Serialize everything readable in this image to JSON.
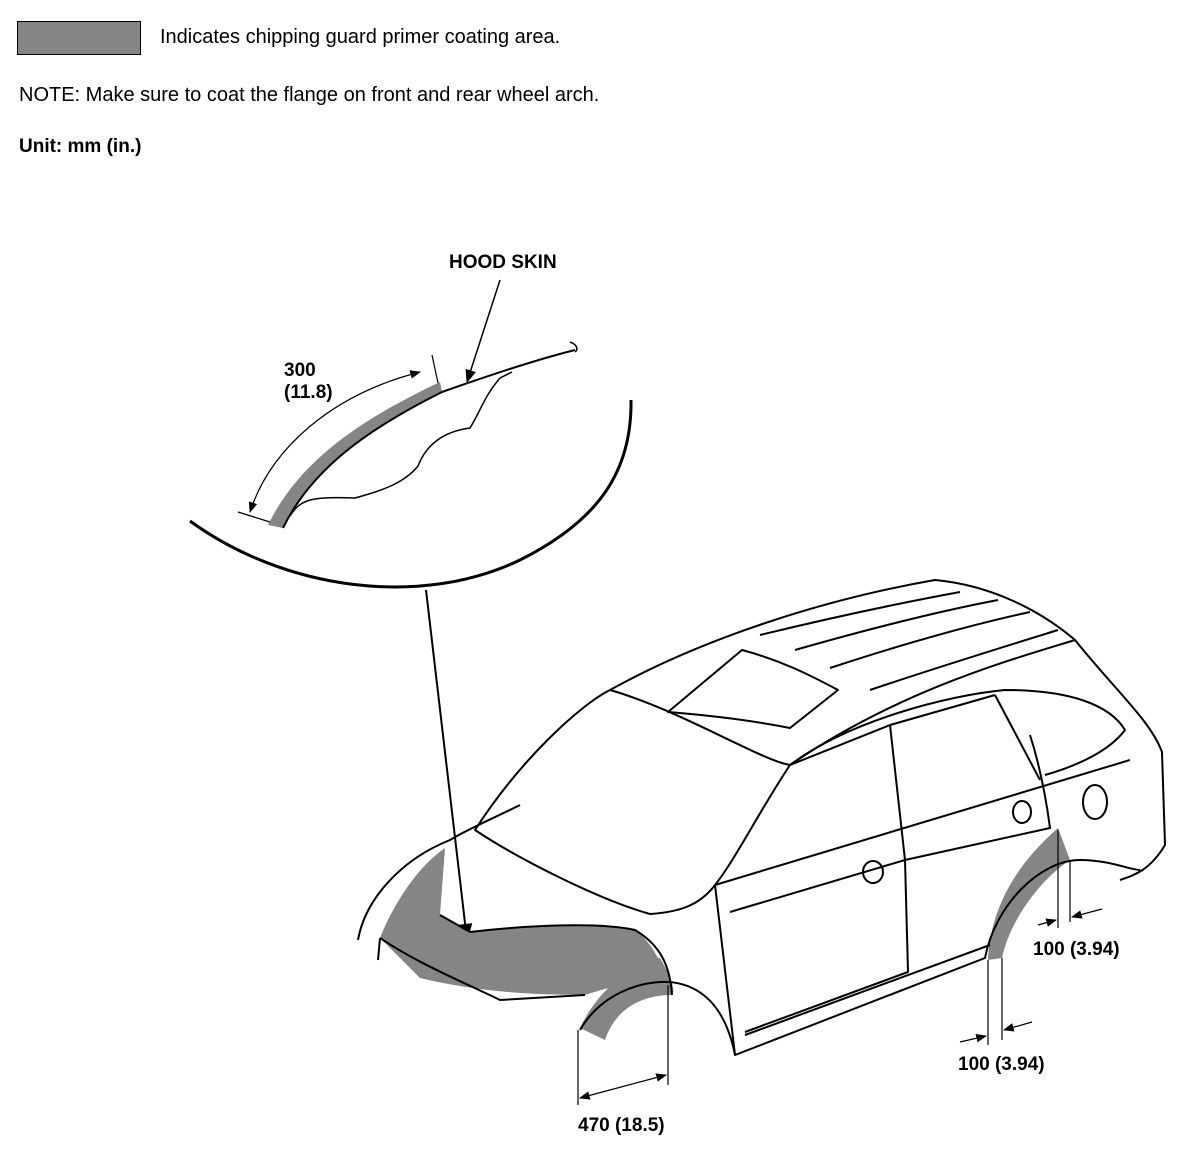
{
  "legend": {
    "text": "Indicates chipping guard primer coating area.",
    "swatch_color": "#858585"
  },
  "note": "NOTE: Make sure to coat the flange on front and rear wheel arch.",
  "unit": "Unit: mm (in.)",
  "callouts": {
    "hood_skin": "HOOD SKIN",
    "hood_dim_mm": "300",
    "hood_dim_in": "(11.8)",
    "front_arch_dim": "470 (18.5)",
    "rear_arch_upper_dim": "100 (3.94)",
    "rear_arch_lower_dim": "100 (3.94)"
  }
}
